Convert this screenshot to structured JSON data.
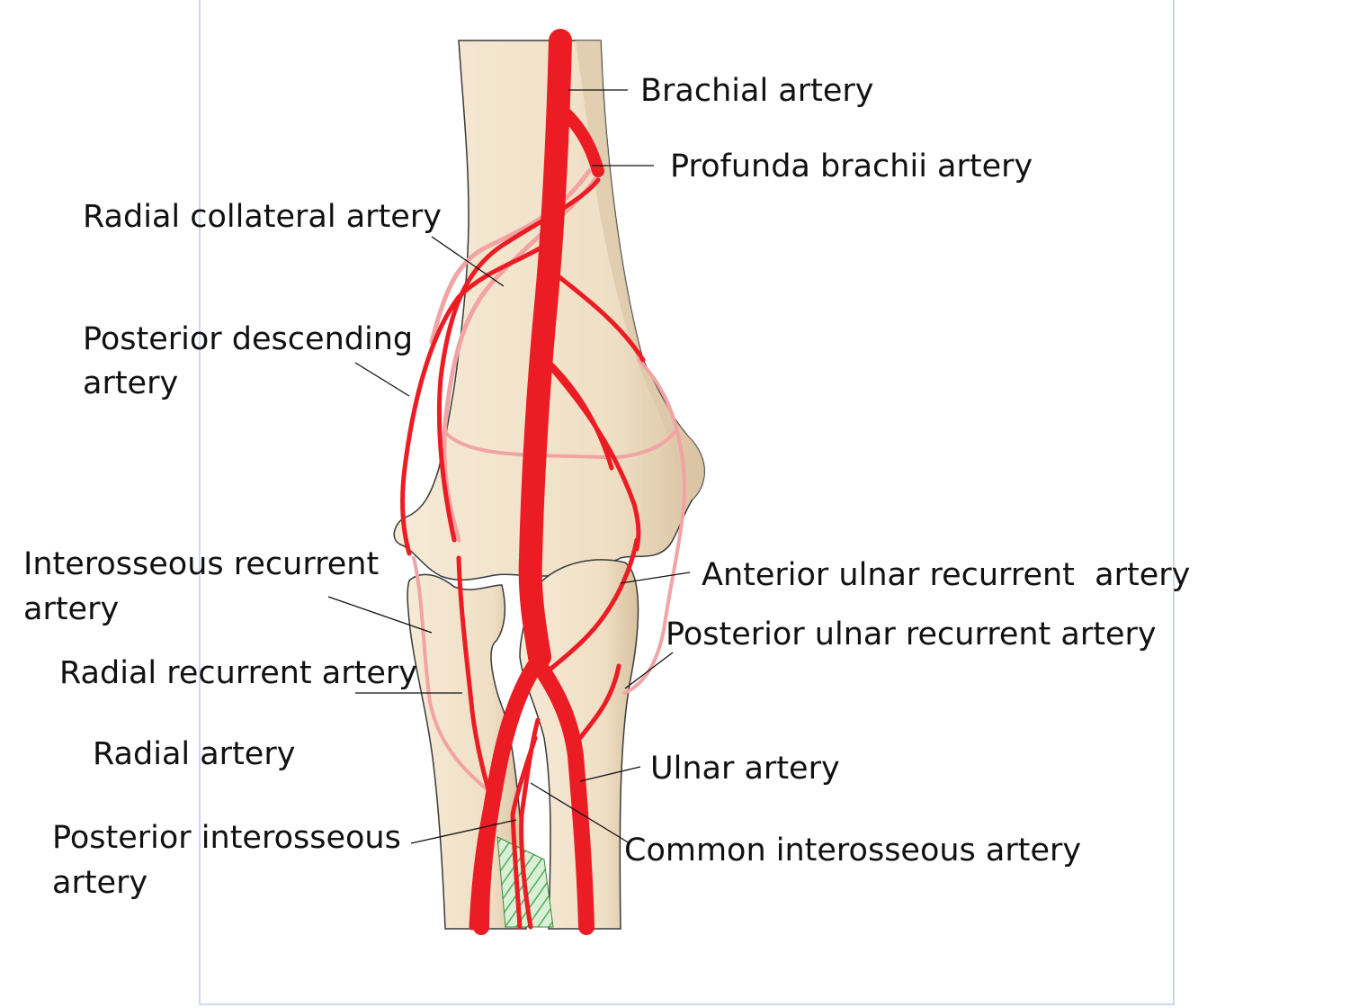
{
  "colors": {
    "artery": "#ec1c24",
    "artery_posterior": "#f2a3a3",
    "bone_fill": "#f4e6cf",
    "bone_shadow": "#dcc6a6",
    "bone_outline": "#3a3a3a",
    "membrane": "#7cc77c",
    "frame": "#cdd8ea"
  },
  "labels": {
    "brachial": "Brachial artery",
    "profunda": "Profunda brachii artery",
    "radial_collateral": "Radial collateral artery",
    "posterior_descending_1": "Posterior descending",
    "posterior_descending_2": "artery",
    "interosseous_recurrent_1": "Interosseous recurrent",
    "interosseous_recurrent_2": "artery",
    "anterior_ulnar_recurrent": "Anterior ulnar recurrent  artery",
    "posterior_ulnar_recurrent": "Posterior ulnar recurrent artery",
    "radial_recurrent": "Radial recurrent artery",
    "radial": "Radial artery",
    "ulnar": "Ulnar artery",
    "posterior_interosseous_1": "Posterior interosseous",
    "posterior_interosseous_2": "artery",
    "common_interosseous": "Common interosseous artery"
  }
}
